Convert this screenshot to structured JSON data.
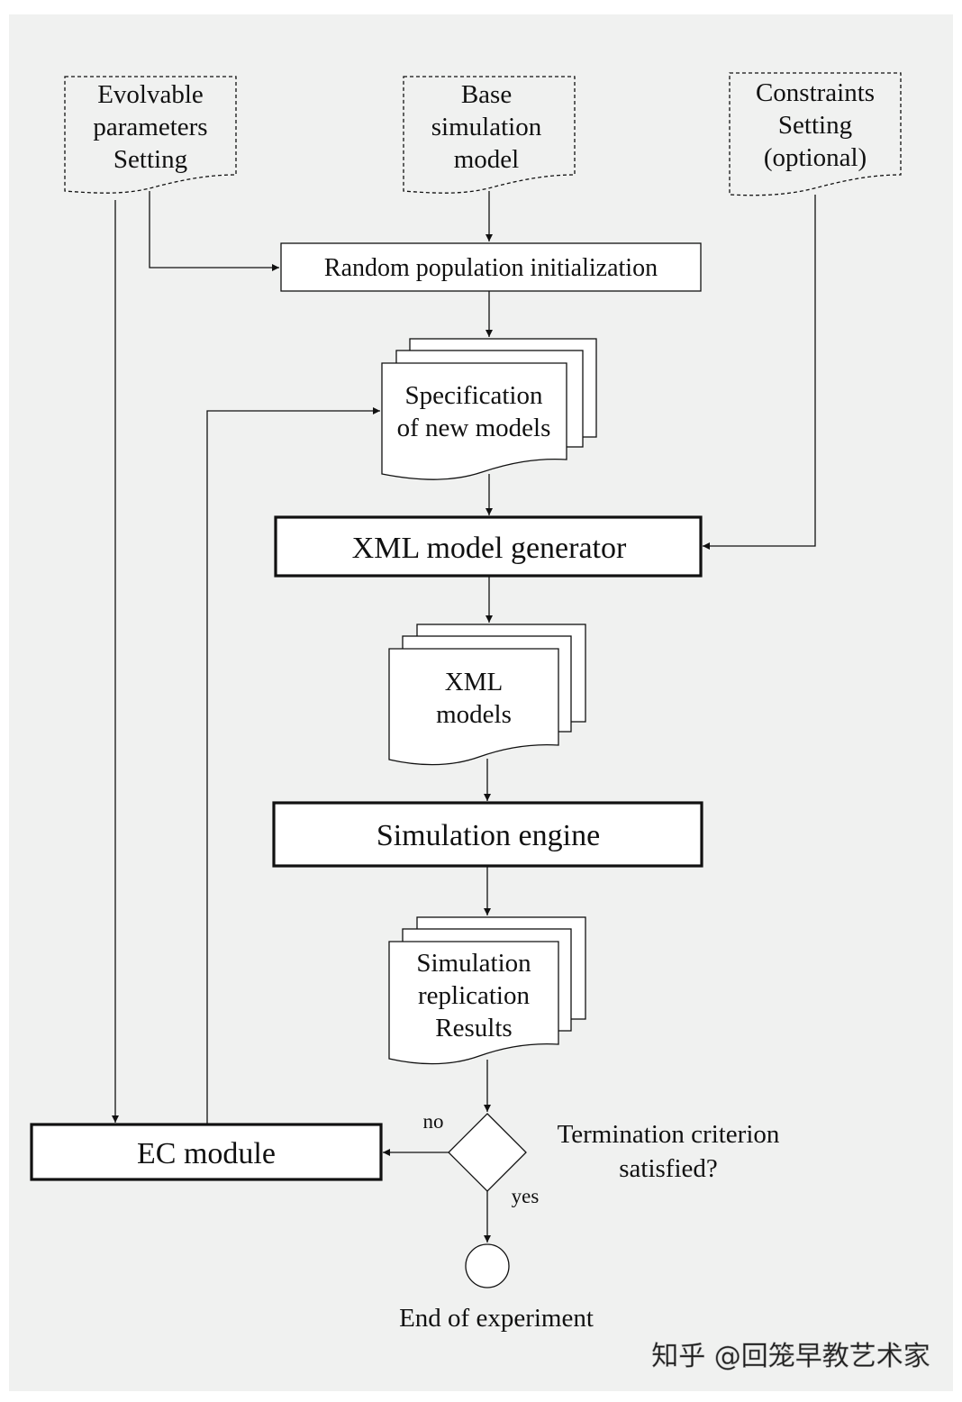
{
  "colors": {
    "background": "#f0f1f0",
    "stroke": "#111111",
    "box_fill": "#ffffff",
    "watermark": "#ffffff"
  },
  "inputs": {
    "evolvable": [
      "Evolvable",
      "parameters",
      "Setting"
    ],
    "base_model": [
      "Base",
      "simulation",
      "model"
    ],
    "constraints": [
      "Constraints",
      "Setting",
      "(optional)"
    ]
  },
  "processes": {
    "random_init": "Random population initialization",
    "xml_generator": "XML model generator",
    "sim_engine": "Simulation engine",
    "ec_module": "EC module"
  },
  "documents": {
    "specification": [
      "Specification",
      "of new models"
    ],
    "xml_models": [
      "XML",
      "models"
    ],
    "sim_results": [
      "Simulation",
      "replication",
      "Results"
    ]
  },
  "decision": {
    "question": [
      "Termination criterion",
      "satisfied?"
    ],
    "no_label": "no",
    "yes_label": "yes"
  },
  "terminal": {
    "label": "End of experiment"
  },
  "watermark": {
    "text": "知乎 @回笼早教艺术家"
  }
}
